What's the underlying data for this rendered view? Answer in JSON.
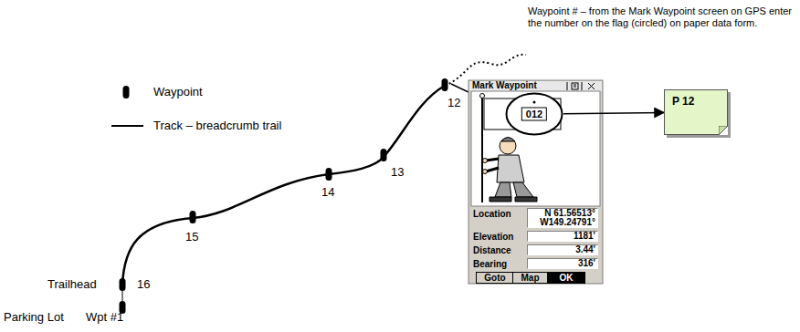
{
  "diagram": {
    "nodes": [
      {
        "text": [
          "Mark Waypoint"
        ]
      },
      {
        "text": [
          "012"
        ],
        "in": 0
      },
      {
        "text": [
          "Location",
          "N 61.56513° W149.24791°"
        ],
        "in": 0
      },
      {
        "text": [
          "Elevation",
          "1181'"
        ],
        "in": 0
      },
      {
        "text": [
          "Distance",
          "3.44'"
        ],
        "in": 0
      },
      {
        "text": [
          "Bearing",
          "316'"
        ],
        "in": 0
      },
      {
        "text": [
          "Goto"
        ],
        "in": 0
      },
      {
        "text": [
          "Map"
        ],
        "in": 0
      },
      {
        "text": [
          "OK"
        ],
        "in": 0
      },
      {
        "text": [
          "P 12"
        ]
      }
    ],
    "edges": [
      {
        "from": 1,
        "to": 9,
        "arrow": "to"
      }
    ],
    "labels": [
      "Waypoint # – from the Mark Waypoint screen on GPS enter the number on the flag (circled) on paper data form.",
      "12",
      "13",
      "14",
      "15",
      "16",
      "Trailhead",
      "Parking Lot",
      "Wpt #1"
    ],
    "legend": [
      {
        "text": "Waypoint"
      },
      {
        "text": "Track – breadcrumb trail"
      }
    ]
  }
}
